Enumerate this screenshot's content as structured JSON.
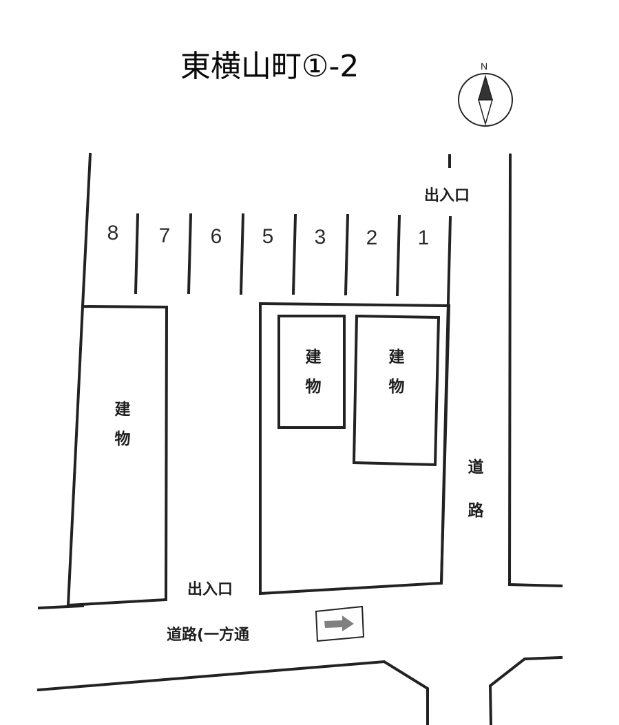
{
  "title": "東横山町①-2",
  "compass": {
    "icon": "north-arrow-compass-icon",
    "north_label": "N"
  },
  "parking_spaces": [
    {
      "number": "8"
    },
    {
      "number": "7"
    },
    {
      "number": "6"
    },
    {
      "number": "5"
    },
    {
      "number": "3"
    },
    {
      "number": "2"
    },
    {
      "number": "1"
    }
  ],
  "entrances": {
    "top_right": "出入口",
    "bottom": "出入口"
  },
  "buildings": {
    "left": {
      "char1": "建",
      "char2": "物"
    },
    "center": {
      "char1": "建",
      "char2": "物"
    },
    "right": {
      "char1": "建",
      "char2": "物"
    }
  },
  "roads": {
    "east": {
      "char1": "道",
      "char2": "路"
    },
    "south": {
      "label": "道路(一方通",
      "direction_icon": "right-arrow-icon",
      "direction": "east"
    }
  },
  "colors": {
    "line": "#222222",
    "arrow_fill": "#808080",
    "compass_fill": "#333333"
  }
}
